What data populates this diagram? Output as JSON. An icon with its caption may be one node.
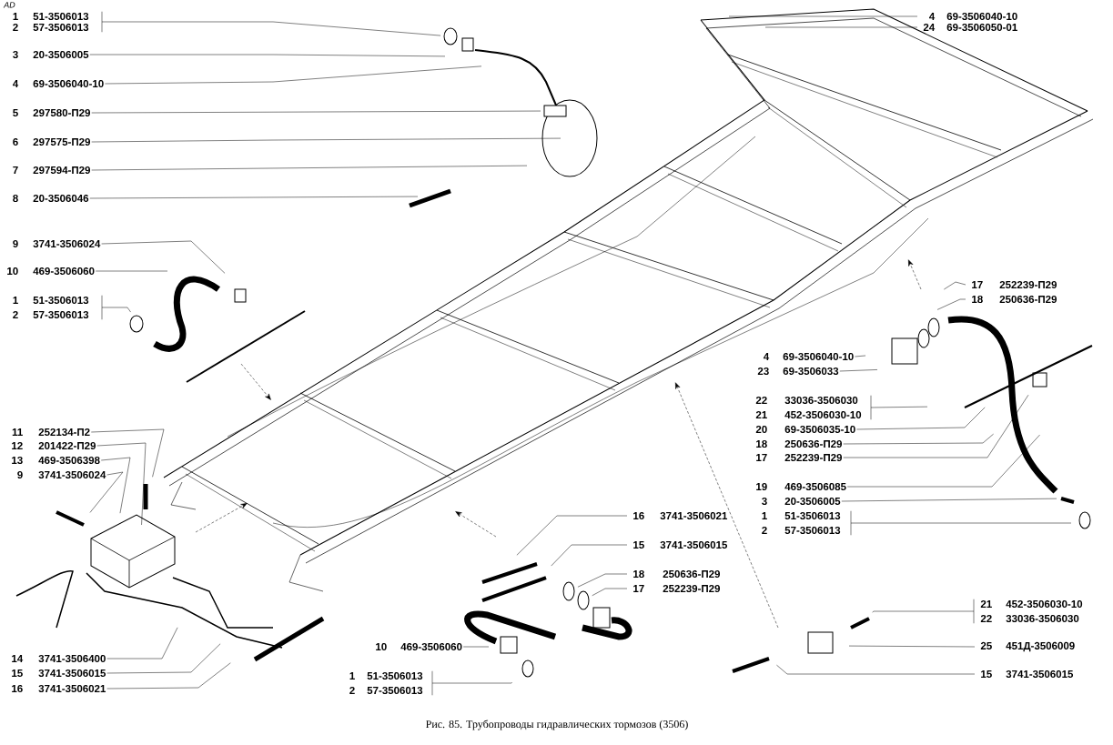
{
  "diagram": {
    "caption": "Рис. 85. Трубопроводы гидравлических тормозов (3506)",
    "nodes": [
      {
        "text": [
          "1",
          "51-3506013"
        ]
      },
      {
        "text": [
          "2",
          "57-3506013"
        ]
      },
      {
        "text": [
          "3",
          "20-3506005"
        ]
      },
      {
        "text": [
          "4",
          "69-3506040-10"
        ]
      },
      {
        "text": [
          "5",
          "297580-П29"
        ]
      },
      {
        "text": [
          "6",
          "297575-П29"
        ]
      },
      {
        "text": [
          "7",
          "297594-П29"
        ]
      },
      {
        "text": [
          "8",
          "20-3506046"
        ]
      },
      {
        "text": [
          "9",
          "3741-3506024"
        ]
      },
      {
        "text": [
          "10",
          "469-3506060"
        ]
      },
      {
        "text": [
          "1",
          "51-3506013"
        ]
      },
      {
        "text": [
          "2",
          "57-3506013"
        ]
      },
      {
        "text": [
          "11",
          "252134-П2"
        ]
      },
      {
        "text": [
          "12",
          "201422-П29"
        ]
      },
      {
        "text": [
          "13",
          "469-3506398"
        ]
      },
      {
        "text": [
          "9",
          "3741-3506024"
        ]
      },
      {
        "text": [
          "14",
          "3741-3506400"
        ]
      },
      {
        "text": [
          "15",
          "3741-3506015"
        ]
      },
      {
        "text": [
          "16",
          "3741-3506021"
        ]
      },
      {
        "text": [
          "4",
          "69-3506040-10"
        ]
      },
      {
        "text": [
          "24",
          "69-3506050-01"
        ]
      },
      {
        "text": [
          "17",
          "252239-П29"
        ]
      },
      {
        "text": [
          "18",
          "250636-П29"
        ]
      },
      {
        "text": [
          "4",
          "69-3506040-10"
        ]
      },
      {
        "text": [
          "23",
          "69-3506033"
        ]
      },
      {
        "text": [
          "22",
          "33036-3506030"
        ]
      },
      {
        "text": [
          "21",
          "452-3506030-10"
        ]
      },
      {
        "text": [
          "20",
          "69-3506035-10"
        ]
      },
      {
        "text": [
          "18",
          "250636-П29"
        ]
      },
      {
        "text": [
          "17",
          "252239-П29"
        ]
      },
      {
        "text": [
          "19",
          "469-3506085"
        ]
      },
      {
        "text": [
          "3",
          "20-3506005"
        ]
      },
      {
        "text": [
          "1",
          "51-3506013"
        ]
      },
      {
        "text": [
          "2",
          "57-3506013"
        ]
      },
      {
        "text": [
          "16",
          "3741-3506021"
        ]
      },
      {
        "text": [
          "15",
          "3741-3506015"
        ]
      },
      {
        "text": [
          "18",
          "250636-П29"
        ]
      },
      {
        "text": [
          "17",
          "252239-П29"
        ]
      },
      {
        "text": [
          "10",
          "469-3506060"
        ]
      },
      {
        "text": [
          "1",
          "51-3506013"
        ]
      },
      {
        "text": [
          "2",
          "57-3506013"
        ]
      },
      {
        "text": [
          "21",
          "452-3506030-10"
        ]
      },
      {
        "text": [
          "22",
          "33036-3506030"
        ]
      },
      {
        "text": [
          "25",
          "451Д-3506009"
        ]
      },
      {
        "text": [
          "15",
          "3741-3506015"
        ]
      }
    ],
    "edges": [
      {
        "from": 0,
        "to": null,
        "arrow": "none"
      },
      {
        "from": 1,
        "to": null,
        "arrow": "none"
      },
      {
        "from": 2,
        "to": null,
        "arrow": "none"
      },
      {
        "from": 3,
        "to": null,
        "arrow": "none"
      },
      {
        "from": 4,
        "to": null,
        "arrow": "none"
      },
      {
        "from": 5,
        "to": null,
        "arrow": "none"
      },
      {
        "from": 6,
        "to": null,
        "arrow": "none"
      },
      {
        "from": 7,
        "to": null,
        "arrow": "none"
      },
      {
        "from": 8,
        "to": null,
        "arrow": "none"
      },
      {
        "from": 9,
        "to": null,
        "arrow": "none"
      },
      {
        "from": 10,
        "to": null,
        "arrow": "none"
      },
      {
        "from": 11,
        "to": null,
        "arrow": "none"
      },
      {
        "from": 12,
        "to": null,
        "arrow": "none"
      },
      {
        "from": 13,
        "to": null,
        "arrow": "none"
      },
      {
        "from": 14,
        "to": null,
        "arrow": "none"
      },
      {
        "from": 15,
        "to": null,
        "arrow": "none"
      },
      {
        "from": 16,
        "to": null,
        "arrow": "none"
      },
      {
        "from": 17,
        "to": null,
        "arrow": "none"
      },
      {
        "from": 18,
        "to": null,
        "arrow": "none"
      },
      {
        "from": 19,
        "to": null,
        "arrow": "none"
      },
      {
        "from": 20,
        "to": null,
        "arrow": "none"
      },
      {
        "from": 21,
        "to": null,
        "arrow": "none"
      },
      {
        "from": 22,
        "to": null,
        "arrow": "none"
      },
      {
        "from": 23,
        "to": null,
        "arrow": "none"
      },
      {
        "from": 24,
        "to": null,
        "arrow": "none"
      },
      {
        "from": 25,
        "to": null,
        "arrow": "none"
      },
      {
        "from": 26,
        "to": null,
        "arrow": "none"
      },
      {
        "from": 27,
        "to": null,
        "arrow": "none"
      },
      {
        "from": 28,
        "to": null,
        "arrow": "none"
      },
      {
        "from": 29,
        "to": null,
        "arrow": "none"
      },
      {
        "from": 30,
        "to": null,
        "arrow": "none"
      },
      {
        "from": 31,
        "to": null,
        "arrow": "none"
      },
      {
        "from": 32,
        "to": null,
        "arrow": "none"
      },
      {
        "from": 33,
        "to": null,
        "arrow": "none"
      },
      {
        "from": 34,
        "to": null,
        "arrow": "none"
      },
      {
        "from": 35,
        "to": null,
        "arrow": "none"
      },
      {
        "from": 36,
        "to": null,
        "arrow": "none"
      },
      {
        "from": 37,
        "to": null,
        "arrow": "none"
      },
      {
        "from": 38,
        "to": null,
        "arrow": "none"
      },
      {
        "from": 39,
        "to": null,
        "arrow": "none"
      },
      {
        "from": 40,
        "to": null,
        "arrow": "none"
      },
      {
        "from": 41,
        "to": null,
        "arrow": "none"
      },
      {
        "from": 42,
        "to": null,
        "arrow": "none"
      },
      {
        "from": 43,
        "to": null,
        "arrow": "none"
      },
      {
        "from": 44,
        "to": null,
        "arrow": "none"
      }
    ],
    "labels": [
      "AD"
    ]
  }
}
